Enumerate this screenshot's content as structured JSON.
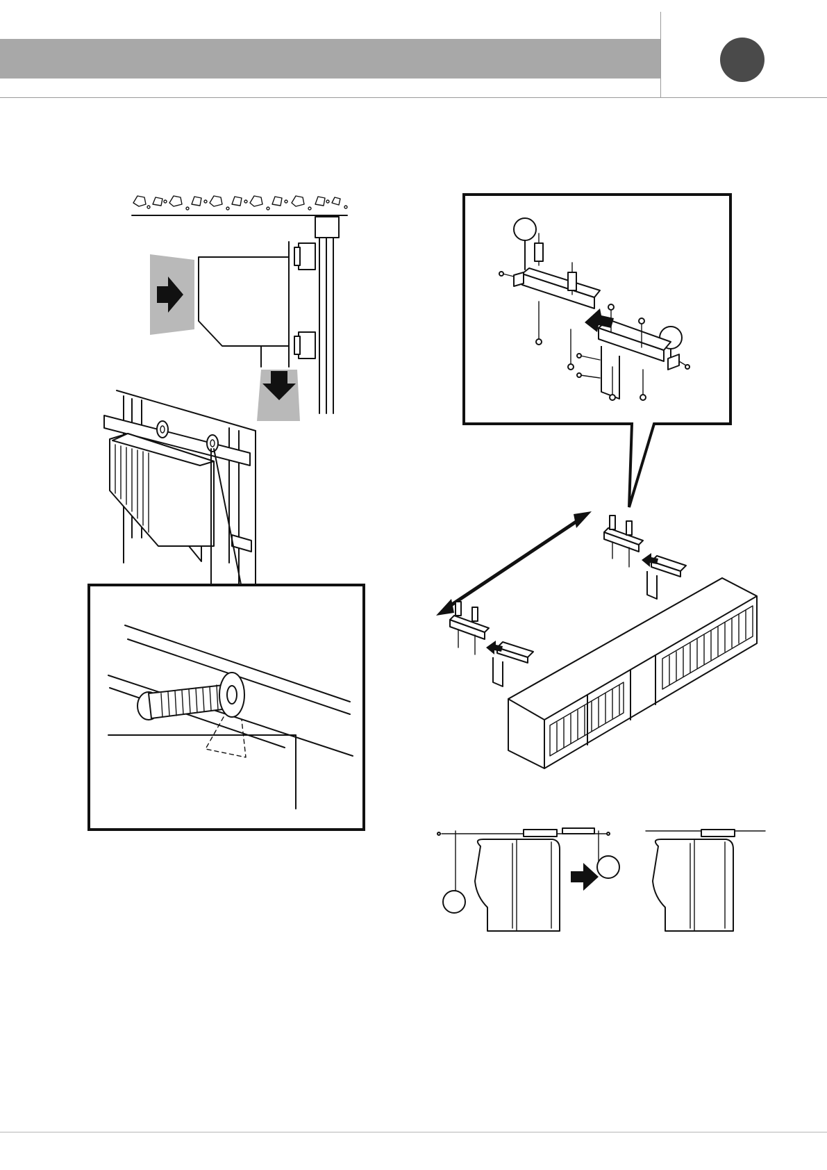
{
  "page": {
    "colors": {
      "band": "#a8a8a8",
      "dot": "#4a4a4a",
      "rule": "#9a9a9a",
      "ink": "#111111"
    }
  },
  "header": {
    "band": "header-band",
    "marker": "section-dot"
  },
  "figures": [
    {
      "id": "ceiling-mount-side-view",
      "icons": [
        "arrow-right-icon",
        "arrow-down-icon"
      ]
    },
    {
      "id": "unit-on-wall-rail",
      "icons": [
        "screw-icon"
      ]
    },
    {
      "id": "screw-detail-callout",
      "icons": [
        "screw-icon",
        "washer-icon"
      ]
    },
    {
      "id": "bracket-assembly-callout",
      "icons": [
        "arrow-left-icon"
      ]
    },
    {
      "id": "unit-with-brackets",
      "icons": [
        "double-arrow-icon",
        "arrow-left-icon"
      ]
    },
    {
      "id": "profile-before-after",
      "icons": [
        "arrow-right-icon"
      ]
    }
  ]
}
